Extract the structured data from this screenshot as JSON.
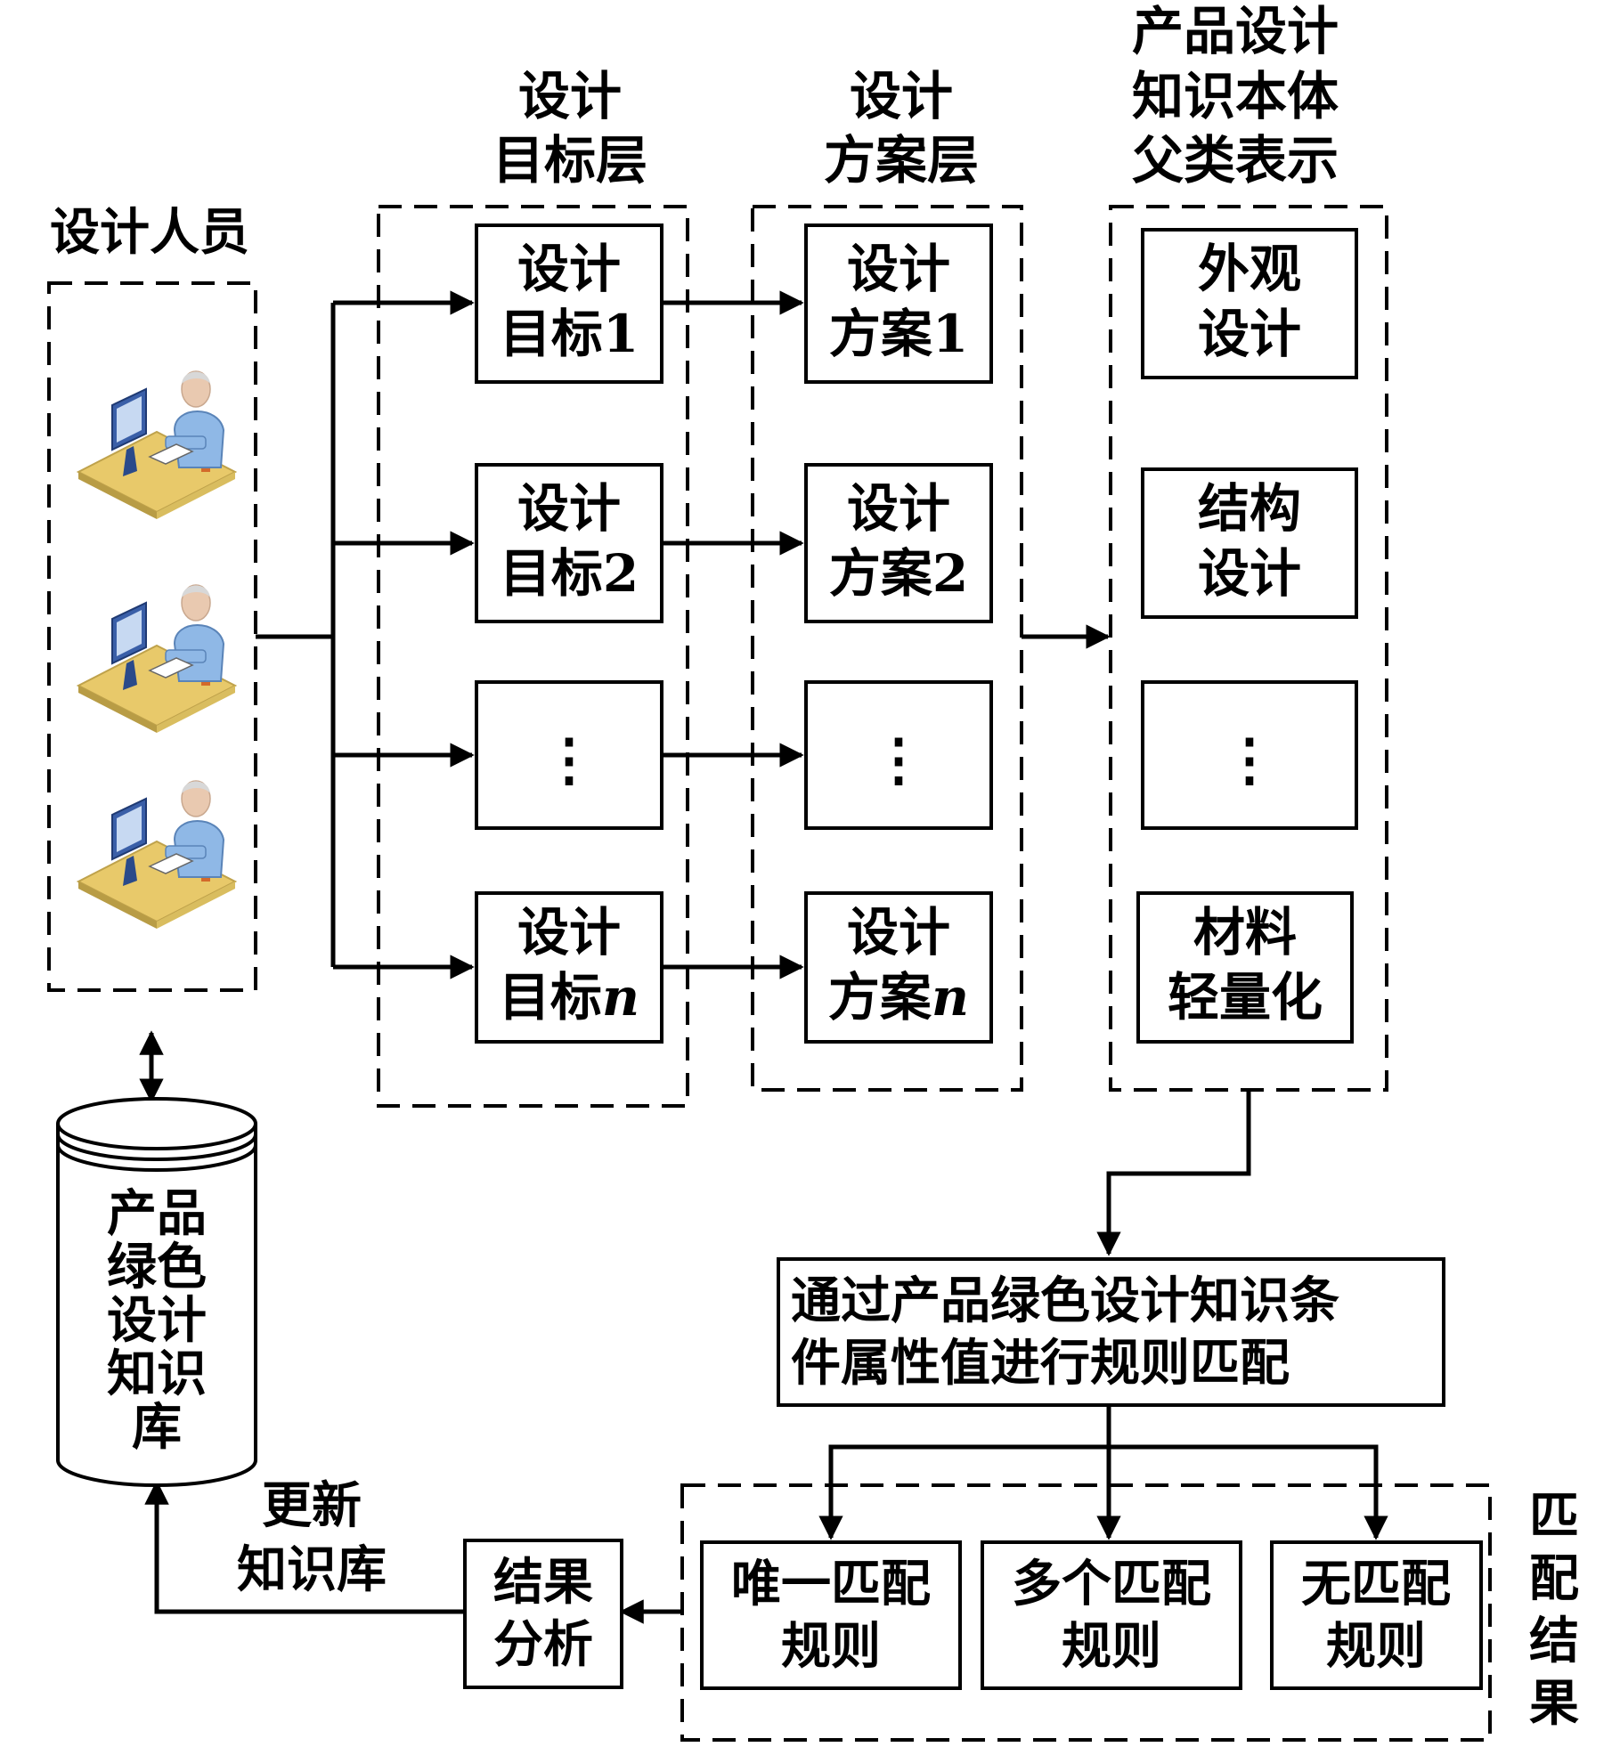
{
  "headers": {
    "designers": "设计人员",
    "goal_layer": [
      "设计",
      "目标层"
    ],
    "scheme_layer": [
      "设计",
      "方案层"
    ],
    "ontology_parent": [
      "产品设计",
      "知识本体",
      "父类表示"
    ]
  },
  "goals": [
    {
      "line1": "设计",
      "line2": "目标1"
    },
    {
      "line1": "设计",
      "line2": "目标2"
    },
    {
      "ellipsis": "⋮"
    },
    {
      "line1": "设计",
      "line2": "目标",
      "italic": "n"
    }
  ],
  "schemes": [
    {
      "line1": "设计",
      "line2": "方案1"
    },
    {
      "line1": "设计",
      "line2": "方案2"
    },
    {
      "ellipsis": "⋮"
    },
    {
      "line1": "设计",
      "line2": "方案",
      "italic": "n"
    }
  ],
  "ontology": [
    {
      "line1": "外观",
      "line2": "设计"
    },
    {
      "line1": "结构",
      "line2": "设计"
    },
    {
      "ellipsis": "⋮"
    },
    {
      "line1": "材料",
      "line2": "轻量化"
    }
  ],
  "knowledge_base": [
    "产品",
    "绿色",
    "设计",
    "知识",
    "库"
  ],
  "rule_matching": [
    "通过产品绿色设计知识条",
    "件属性值进行规则匹配"
  ],
  "match_results": [
    {
      "line1": "唯一匹配",
      "line2": "规则"
    },
    {
      "line1": "多个匹配",
      "line2": "规则"
    },
    {
      "line1": "无匹配",
      "line2": "规则"
    }
  ],
  "match_result_label": [
    "匹",
    "配",
    "结",
    "果"
  ],
  "result_analysis": [
    "结果",
    "分析"
  ],
  "update_kb": [
    "更新",
    "知识库"
  ],
  "icons": [
    "designer-workstation-icon",
    "designer-workstation-icon",
    "designer-workstation-icon"
  ]
}
